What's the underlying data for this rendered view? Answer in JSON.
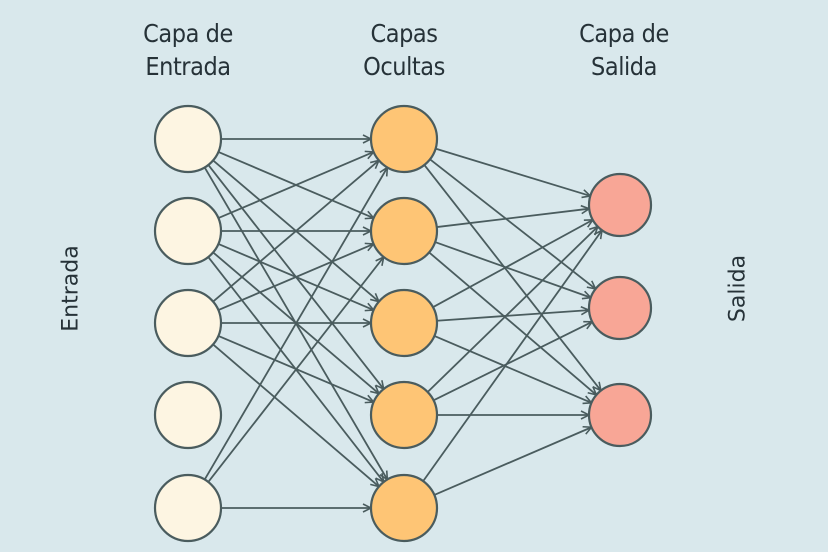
{
  "titles": {
    "input_layer": [
      "Capa de",
      "Entrada"
    ],
    "hidden_layers": [
      "Capas",
      "Ocultas"
    ],
    "output_layer": [
      "Capa de",
      "Salida"
    ]
  },
  "side_labels": {
    "left": "Entrada",
    "right": "Salida"
  },
  "colors": {
    "background": "#d9e8ec",
    "input_node": "#fdf5e2",
    "hidden_node": "#fec575",
    "output_node": "#f8a696",
    "stroke": "#4a5c5e"
  },
  "layers": [
    {
      "name": "input",
      "nodes": 5
    },
    {
      "name": "hidden",
      "nodes": 5
    },
    {
      "name": "output",
      "nodes": 3
    }
  ],
  "edges": {
    "input_to_hidden": [
      [
        0,
        0
      ],
      [
        0,
        1
      ],
      [
        0,
        2
      ],
      [
        0,
        3
      ],
      [
        0,
        4
      ],
      [
        1,
        0
      ],
      [
        1,
        1
      ],
      [
        1,
        2
      ],
      [
        1,
        3
      ],
      [
        1,
        4
      ],
      [
        2,
        0
      ],
      [
        2,
        1
      ],
      [
        2,
        2
      ],
      [
        2,
        3
      ],
      [
        2,
        4
      ],
      [
        4,
        0
      ],
      [
        4,
        1
      ],
      [
        4,
        4
      ]
    ],
    "hidden_to_output": [
      [
        0,
        0
      ],
      [
        0,
        1
      ],
      [
        0,
        2
      ],
      [
        1,
        0
      ],
      [
        1,
        1
      ],
      [
        1,
        2
      ],
      [
        2,
        0
      ],
      [
        2,
        1
      ],
      [
        2,
        2
      ],
      [
        3,
        0
      ],
      [
        3,
        1
      ],
      [
        3,
        2
      ],
      [
        4,
        0
      ],
      [
        4,
        2
      ]
    ]
  }
}
